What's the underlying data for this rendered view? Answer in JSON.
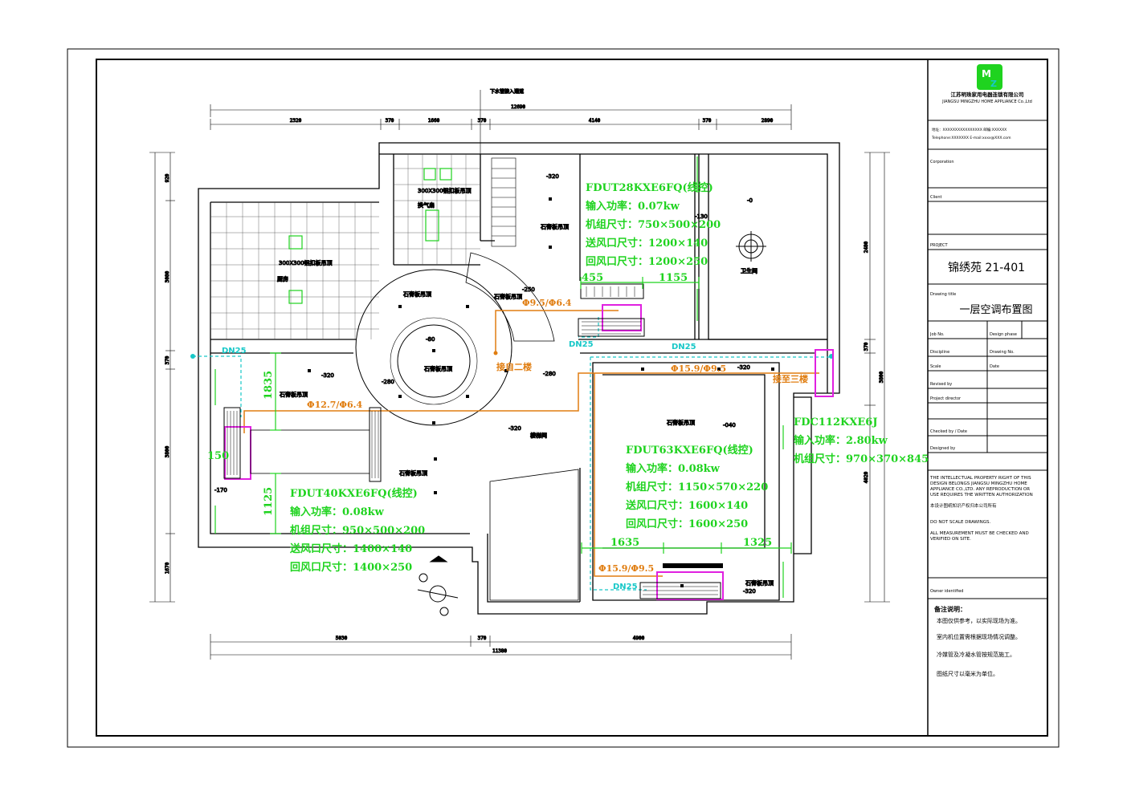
{
  "titleblock": {
    "company_cn": "江苏明珠家用电器连锁有限公司",
    "company_en": "JIANGSU MINGZHU HOME APPLIANCE Co.,Ltd",
    "address_line": "地址：XXXXXXXXXXXXXXXX 邮编:XXXXXX",
    "tel_line": "Telephone:XXXXXXX   E-mail:xxxx@XXX.com",
    "corp_label": "Corporation",
    "client_label": "Client",
    "project_label": "PROJECT",
    "project_name": "锦绣苑 21-401",
    "drawing_title_label": "Drawing title",
    "drawing_title": "一层空调布置图",
    "job_no_label": "Job No.",
    "design_phase_label": "Design phase",
    "discipline_label": "Discipline",
    "drawing_no_label": "Drawing No.",
    "scale_label": "Scale",
    "date_label": "Date",
    "revised_label": "Revised by",
    "checked_label": "Checked by / Date",
    "designed_label": "Designed by",
    "project_director_label": "Project director",
    "copyright_text": [
      "THE INTELLECTUAL PROPERTY RIGHT OF THIS",
      "DESIGN BELONGS JIANGSU MINGZHU HOME",
      "APPLIANCE CO.,LTD. ANY REPRODUCTION OR",
      "USE REQUIRES THE WRITTEN AUTHORIZATION",
      "本设计图纸知识产权归本公司所有",
      "DO NOT SCALE DRAWINGS.",
      "ALL MEASUREMENT MUST BE CHECKED AND",
      "VERIFIED ON SITE."
    ],
    "owner_label": "Owner identified",
    "notes_title": "备注说明：",
    "notes": [
      "本图仅供参考，以实际现场为准。",
      "室内机位置需根据现场情况调整。",
      "冷媒管及冷凝水管按规范施工。",
      "图纸尺寸以毫米为单位。"
    ]
  },
  "plan": {
    "dim_top": [
      "2320",
      "370",
      "1660",
      "370",
      "4140",
      "370",
      "2890"
    ],
    "dim_top_total": "12690",
    "dim_bottom": [
      "5030",
      "370",
      "4900"
    ],
    "dim_bottom_total": "11380",
    "top_note": "下水管接入通道",
    "left_dims": [
      "920",
      "3080",
      "370",
      "3800",
      "1670"
    ],
    "right_dims": [
      "2480",
      "370",
      "3800",
      "4020"
    ],
    "ceiling_labels": [
      "石膏板吊顶",
      "石膏板吊顶",
      "石膏板吊顶",
      "石膏板吊顶",
      "石膏板吊顶",
      "石膏板吊顶",
      "石膏板吊顶",
      "石膏板吊顶"
    ],
    "room_names": [
      "厨房",
      "卫生间",
      "楼梯间"
    ],
    "levels": [
      "-320",
      "-280",
      "-80",
      "-250",
      "-320",
      "-320",
      "-040",
      "-280",
      "-320",
      "-320",
      "-130",
      "-170",
      "-0"
    ],
    "pipe_labels": [
      "Φ9.5/Φ6.4",
      "Φ12.7/Φ6.4",
      "Φ15.9/Φ9.5",
      "Φ15.9/Φ9.5"
    ],
    "drain_labels": [
      "DN25",
      "DN25",
      "DN25",
      "DN25"
    ],
    "connect_2f": "接自二楼",
    "connect_3f": "接至三楼",
    "tile_label": "300X300铝扣板吊顶",
    "fan_label": "换气扇",
    "green_dims": [
      "455",
      "1155",
      "1835",
      "150",
      "1125",
      "1635",
      "1325"
    ],
    "unit1": {
      "model": "FDUT28KXE6FQ(线控)",
      "power": "输入功率：0.07kw",
      "size": "机组尺寸：750×500×200",
      "supply": "送风口尺寸：1200×140",
      "return": "回风口尺寸：1200×250"
    },
    "unit2": {
      "model": "FDUT40KXE6FQ(线控)",
      "power": "输入功率：0.08kw",
      "size": "机组尺寸：950×500×200",
      "supply": "送风口尺寸：1400×140",
      "return": "回风口尺寸：1400×250"
    },
    "unit3": {
      "model": "FDUT63KXE6FQ(线控)",
      "power": "输入功率：0.08kw",
      "size": "机组尺寸：1150×570×220",
      "supply": "送风口尺寸：1600×140",
      "return": "回风口尺寸：1600×250"
    },
    "outdoor": {
      "model": "FDC112KXE6J",
      "power": "输入功率：2.80kw",
      "size": "机组尺寸：970×370×845"
    }
  },
  "colors": {
    "green": "#1fd31f",
    "orange": "#e07d10",
    "magenta": "#e020e0",
    "cyan": "#18c8c8"
  }
}
